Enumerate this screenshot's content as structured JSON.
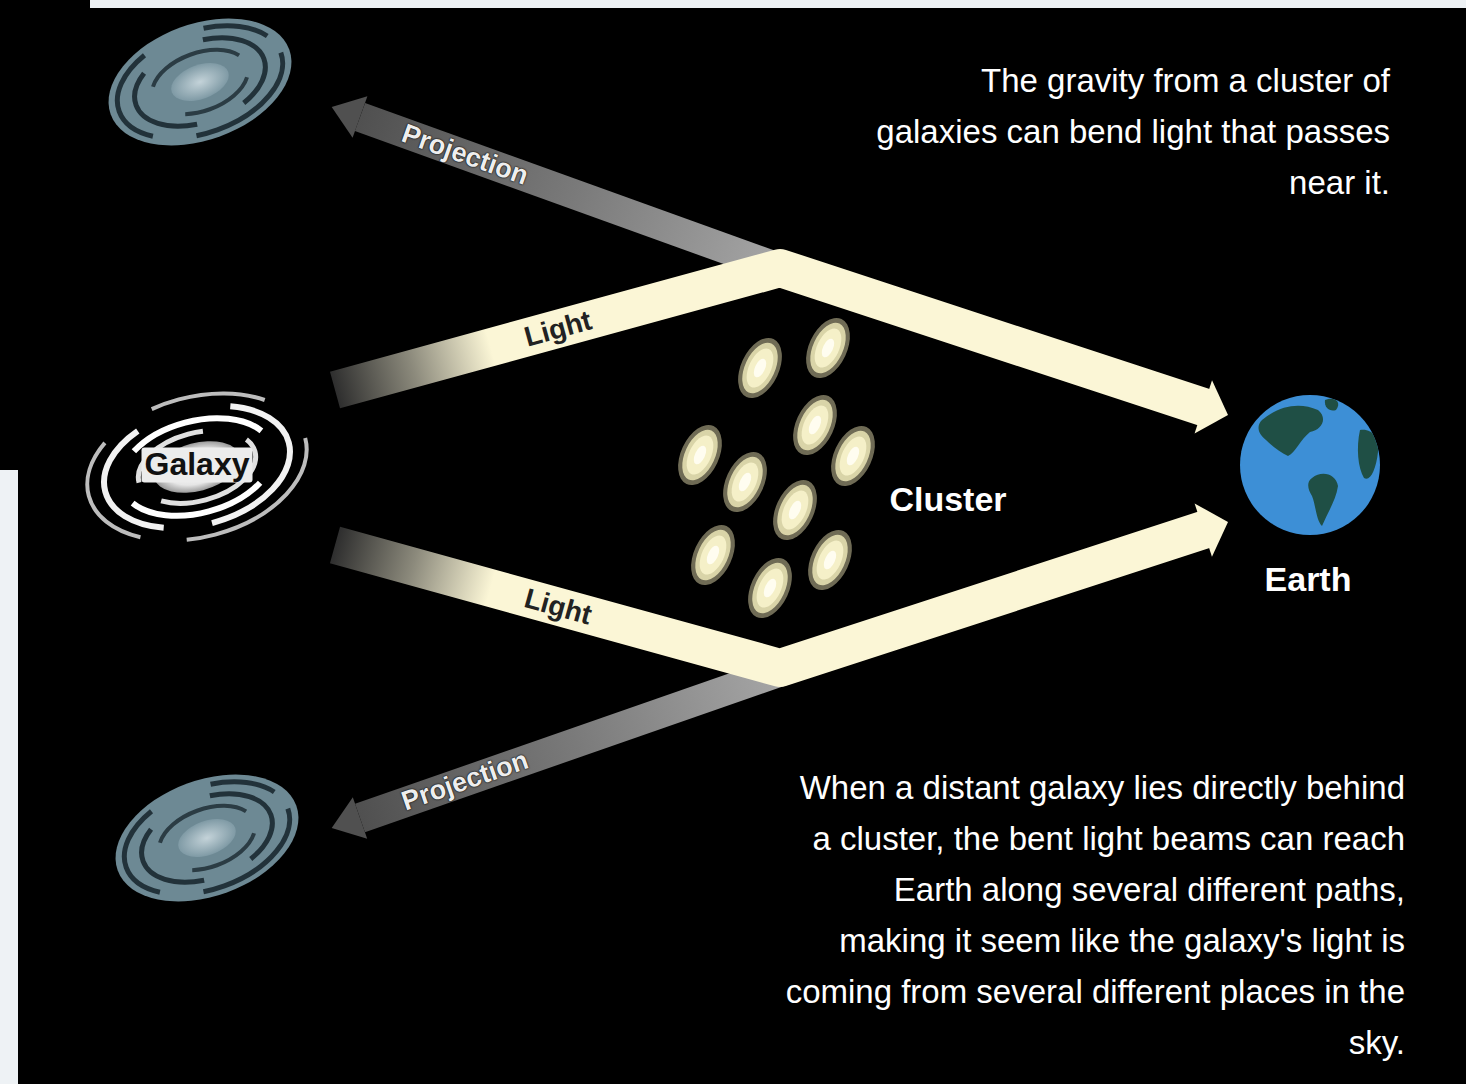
{
  "diagram": {
    "nodes": [
      {
        "text": [
          "Galaxy"
        ]
      },
      {
        "text": [
          "Cluster"
        ]
      },
      {
        "text": [
          "Earth"
        ]
      }
    ],
    "edges": [
      {
        "from": 0,
        "to": 2,
        "label": "Light",
        "arrow": "to"
      },
      {
        "from": 0,
        "to": 2,
        "label": "Light",
        "arrow": "to"
      }
    ],
    "labels": [
      "Projection",
      "Projection",
      "The gravity from a cluster of galaxies can bend light that passes near it.",
      "When a distant galaxy lies directly behind a cluster, the bent light beams can reach Earth along several different paths, making it seem like the galaxy's light is coming from several different places in the sky."
    ]
  }
}
